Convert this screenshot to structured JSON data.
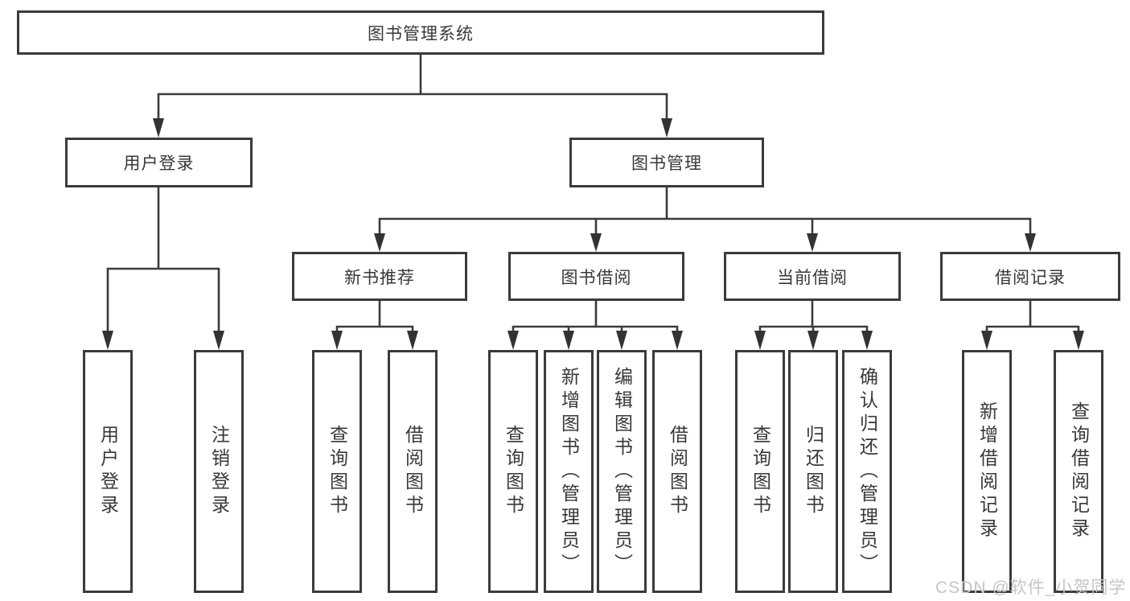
{
  "tree": {
    "root": {
      "label": "图书管理系统"
    },
    "branches": [
      {
        "label": "用户登录",
        "children": [
          {
            "label": "用户登录"
          },
          {
            "label": "注销登录"
          }
        ]
      },
      {
        "label": "图书管理",
        "children": [
          {
            "label": "新书推荐",
            "children": [
              {
                "label": "查询图书"
              },
              {
                "label": "借阅图书"
              }
            ]
          },
          {
            "label": "图书借阅",
            "children": [
              {
                "label": "查询图书"
              },
              {
                "label": "新增图书（管理员）"
              },
              {
                "label": "编辑图书（管理员）"
              },
              {
                "label": "借阅图书"
              }
            ]
          },
          {
            "label": "当前借阅",
            "children": [
              {
                "label": "查询图书"
              },
              {
                "label": "归还图书"
              },
              {
                "label": "确认归还（管理员）"
              }
            ]
          },
          {
            "label": "借阅记录",
            "children": [
              {
                "label": "新增借阅记录"
              },
              {
                "label": "查询借阅记录"
              }
            ]
          }
        ]
      }
    ]
  },
  "watermark": {
    "text": "CSDN @软件_小贺同学"
  },
  "colors": {
    "line": "#3b3b3b",
    "text": "#383838",
    "watermark": "#c3c6c9"
  }
}
